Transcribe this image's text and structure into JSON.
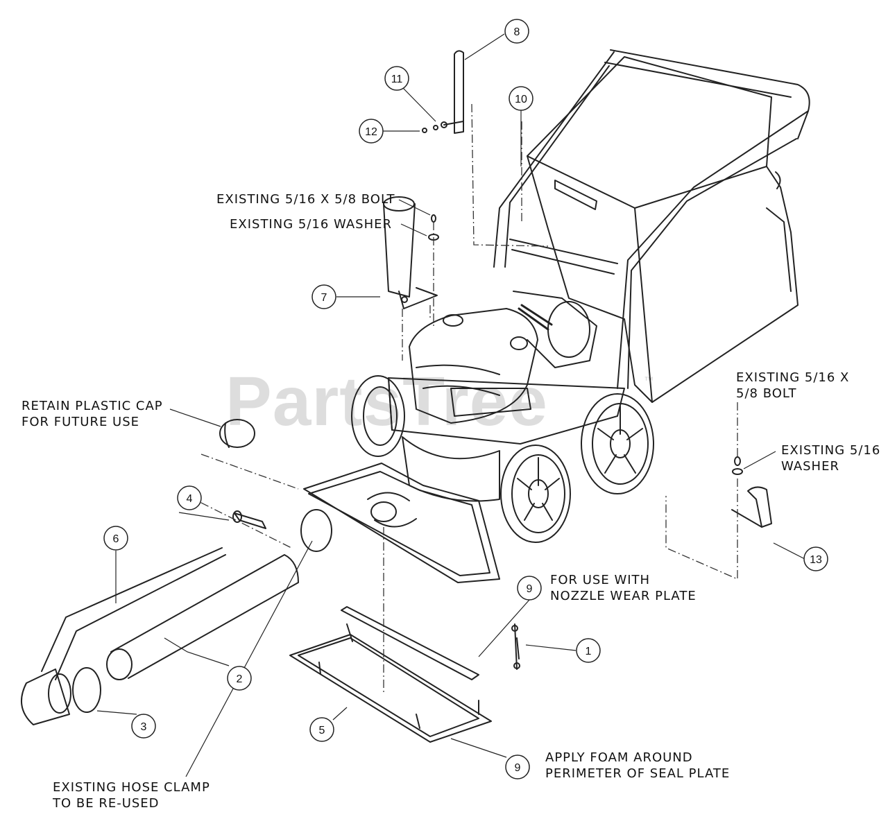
{
  "callouts": [
    {
      "id": "c1",
      "label": "1"
    },
    {
      "id": "c2",
      "label": "2"
    },
    {
      "id": "c3",
      "label": "3"
    },
    {
      "id": "c4",
      "label": "4"
    },
    {
      "id": "c5",
      "label": "5"
    },
    {
      "id": "c6",
      "label": "6"
    },
    {
      "id": "c7",
      "label": "7"
    },
    {
      "id": "c8",
      "label": "8"
    },
    {
      "id": "c9a",
      "label": "9"
    },
    {
      "id": "c9b",
      "label": "9"
    },
    {
      "id": "c10",
      "label": "10"
    },
    {
      "id": "c11",
      "label": "11"
    },
    {
      "id": "c12",
      "label": "12"
    },
    {
      "id": "c13",
      "label": "13"
    }
  ],
  "notes": {
    "bolt_top": "EXISTING 5/16 X 5/8 BOLT",
    "washer_top": "EXISTING 5/16 WASHER",
    "plastic_cap": "RETAIN PLASTIC CAP\nFOR FUTURE USE",
    "bolt_right": "EXISTING 5/16 X\n5/8 BOLT",
    "washer_right": "EXISTING 5/16\nWASHER",
    "wear_plate": "FOR USE WITH\nNOZZLE WEAR PLATE",
    "foam": "APPLY FOAM AROUND\nPERIMETER OF SEAL PLATE",
    "hose_clamp": "EXISTING HOSE CLAMP\nTO BE RE-USED"
  },
  "watermark": {
    "text": "PartsTree",
    "tm": "™"
  }
}
